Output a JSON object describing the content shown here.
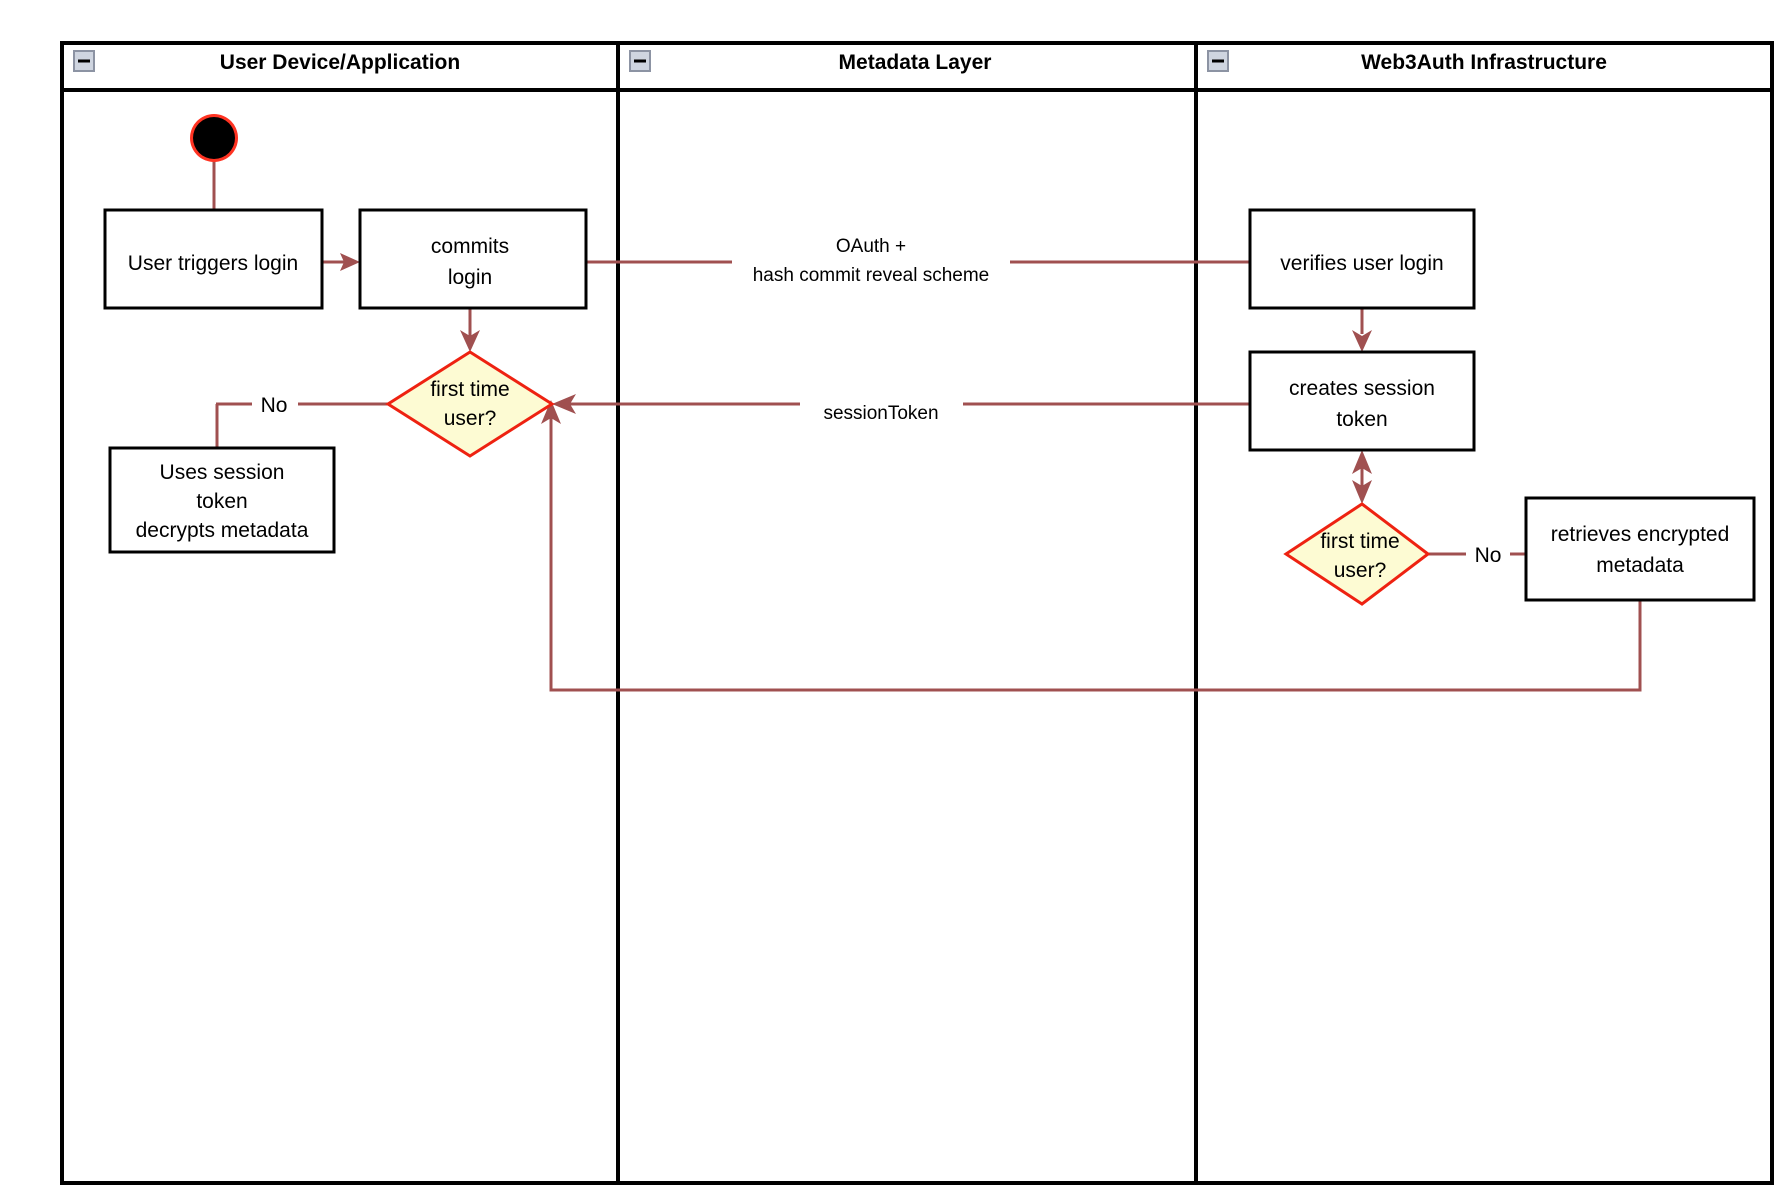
{
  "diagram": {
    "type": "swimlane-activity-diagram",
    "background_color": "#ffffff",
    "colors": {
      "flow_line": "#a05050",
      "decision_fill": "#fdfbd3",
      "decision_stroke": "#ee2211",
      "node_fill": "#ffffff",
      "node_stroke": "#000000",
      "start_node_fill": "#000000",
      "start_node_ring": "#ff3322",
      "collapse_icon_fill": "#cfd5e0"
    }
  },
  "lanes": [
    {
      "id": "lane-user-device",
      "title": "User Device/Application",
      "collapse_icon": "minus-icon"
    },
    {
      "id": "lane-metadata",
      "title": "Metadata Layer",
      "collapse_icon": "minus-icon"
    },
    {
      "id": "lane-web3auth",
      "title": "Web3Auth Infrastructure",
      "collapse_icon": "minus-icon"
    }
  ],
  "nodes": [
    {
      "id": "start",
      "shape": "initial-node",
      "lane": "lane-user-device",
      "label": ""
    },
    {
      "id": "user-triggers-login",
      "shape": "rectangle",
      "lane": "lane-user-device",
      "lines": [
        "User triggers login"
      ]
    },
    {
      "id": "commits-login",
      "shape": "rectangle",
      "lane": "lane-user-device",
      "lines": [
        "commits",
        "login"
      ]
    },
    {
      "id": "decision-first-time-user-left",
      "shape": "diamond",
      "lane": "lane-user-device",
      "lines": [
        "first time",
        "user?"
      ]
    },
    {
      "id": "uses-session-token",
      "shape": "rectangle",
      "lane": "lane-user-device",
      "lines": [
        "Uses session",
        "token",
        "decrypts metadata"
      ]
    },
    {
      "id": "verifies-user-login",
      "shape": "rectangle",
      "lane": "lane-web3auth",
      "lines": [
        "verifies user login"
      ]
    },
    {
      "id": "creates-session-token",
      "shape": "rectangle",
      "lane": "lane-web3auth",
      "lines": [
        "creates session",
        "token"
      ]
    },
    {
      "id": "decision-first-time-user-right",
      "shape": "diamond",
      "lane": "lane-web3auth",
      "lines": [
        "first time",
        "user?"
      ]
    },
    {
      "id": "retrieves-encrypted-metadata",
      "shape": "rectangle",
      "lane": "lane-web3auth",
      "lines": [
        "retrieves encrypted",
        "metadata"
      ]
    }
  ],
  "edges": [
    {
      "id": "edge-start-to-trigger",
      "from": "start",
      "to": "user-triggers-login",
      "label": ""
    },
    {
      "id": "edge-trigger-to-commits",
      "from": "user-triggers-login",
      "to": "commits-login",
      "label": ""
    },
    {
      "id": "edge-commits-to-decision",
      "from": "commits-login",
      "to": "decision-first-time-user-left",
      "label": ""
    },
    {
      "id": "edge-commits-to-verifies",
      "from": "commits-login",
      "to": "verifies-user-login",
      "label_lines": [
        "OAuth +",
        "hash commit reveal scheme"
      ]
    },
    {
      "id": "edge-verifies-to-creates",
      "from": "verifies-user-login",
      "to": "creates-session-token",
      "label": ""
    },
    {
      "id": "edge-creates-to-decision-left",
      "from": "creates-session-token",
      "to": "decision-first-time-user-left",
      "label_lines": [
        "sessionToken"
      ]
    },
    {
      "id": "edge-creates-to-decision-right",
      "from": "creates-session-token",
      "to": "decision-first-time-user-right",
      "label": "",
      "bidirectional": true
    },
    {
      "id": "edge-decision-right-no",
      "from": "decision-first-time-user-right",
      "to": "retrieves-encrypted-metadata",
      "label": "No"
    },
    {
      "id": "edge-decision-left-no",
      "from": "decision-first-time-user-left",
      "to": "uses-session-token",
      "label": "No"
    },
    {
      "id": "edge-retrieves-back-to-decision-left",
      "from": "retrieves-encrypted-metadata",
      "to": "decision-first-time-user-left",
      "label": ""
    }
  ],
  "labels": {
    "oauth_line1": "OAuth +",
    "oauth_line2": "hash commit reveal scheme",
    "session_token": "sessionToken",
    "no_left": "No",
    "no_right": "No"
  },
  "node_text": {
    "user_triggers_login": "User triggers login",
    "commits_l1": "commits",
    "commits_l2": "login",
    "decision_left_l1": "first time",
    "decision_left_l2": "user?",
    "uses_session_l1": "Uses session",
    "uses_session_l2": "token",
    "uses_session_l3": "decrypts metadata",
    "verifies_user_login": "verifies user login",
    "creates_session_l1": "creates session",
    "creates_session_l2": "token",
    "decision_right_l1": "first time",
    "decision_right_l2": "user?",
    "retrieves_l1": "retrieves encrypted",
    "retrieves_l2": "metadata"
  }
}
